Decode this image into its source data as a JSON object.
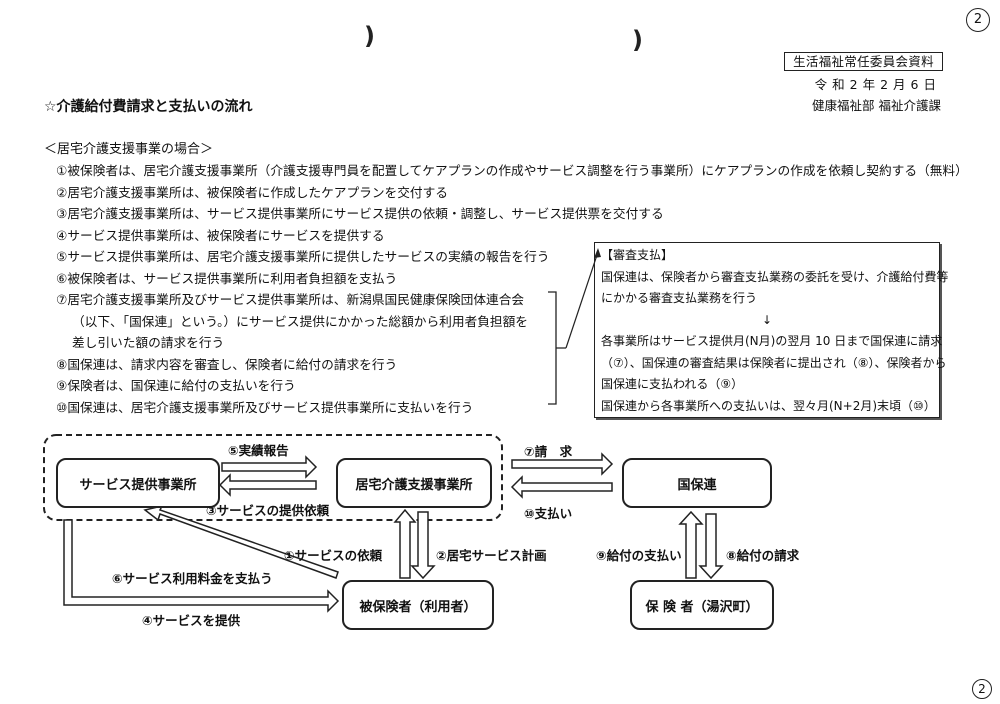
{
  "page_marks": {
    "top_page_number": "2",
    "bottom_page_number": "2",
    "punch_hole_left": ")",
    "punch_hole_right": ")"
  },
  "header": {
    "committee_label": "生活福祉常任委員会資料",
    "date": "令和2年2月6日",
    "department": "健康福祉部 福祉介護課"
  },
  "document": {
    "title": "☆介護給付費請求と支払いの流れ",
    "section_heading": "＜居宅介護支援事業の場合＞",
    "steps": [
      "①被保険者は、居宅介護支援事業所（介護支援専門員を配置してケアプランの作成やサービス調整を行う事業所）にケアプランの作成を依頼し契約する（無料）",
      "②居宅介護支援事業所は、被保険者に作成したケアプランを交付する",
      "③居宅介護支援事業所は、サービス提供事業所にサービス提供の依頼・調整し、サービス提供票を交付する",
      "④サービス提供事業所は、被保険者にサービスを提供する",
      "⑤サービス提供事業所は、居宅介護支援事業所に提供したサービスの実績の報告を行う",
      "⑥被保険者は、サービス提供事業所に利用者負担額を支払う",
      "⑦居宅介護支援事業所及びサービス提供事業所は、新潟県国民健康保険団体連合会",
      "（以下、「国保連」という。）にサービス提供にかかった総額から利用者負担額を",
      "差し引いた額の請求を行う",
      "⑧国保連は、請求内容を審査し、保険者に給付の請求を行う",
      "⑨保険者は、国保連に給付の支払いを行う",
      "⑩国保連は、居宅介護支援事業所及びサービス提供事業所に支払いを行う"
    ]
  },
  "info_box": {
    "heading": "【審査支払】",
    "lines": [
      "国保連は、保険者から審査支払業務の委託を受け、介護給付費等",
      "にかかる審査支払業務を行う",
      "↓",
      "各事業所はサービス提供月(N月)の翌月 10 日まで国保連に請求",
      "（⑦）、国保連の審査結果は保険者に提出され（⑧）、保険者から",
      "国保連に支払われる（⑨）",
      "国保連から各事業所への支払いは、翌々月(N+2月)末頃（⑩）"
    ]
  },
  "diagram": {
    "nodes": {
      "service_provider": "サービス提供事業所",
      "care_support": "居宅介護支援事業所",
      "kokuhoren": "国保連",
      "insured": "被保険者（利用者）",
      "insurer": "保 険 者（湯沢町）"
    },
    "flows": {
      "report": "⑤実績報告",
      "service_request_provider": "③サービスの提供依頼",
      "claim": "⑦請　求",
      "payment": "⑩支払い",
      "service_request": "①サービスの依頼",
      "care_plan": "②居宅サービス計画",
      "pay_fee": "⑥サービス利用料金を支払う",
      "provide_service": "④サービスを提供",
      "benefit_payment": "⑨給付の支払い",
      "benefit_claim": "⑧給付の請求"
    }
  }
}
